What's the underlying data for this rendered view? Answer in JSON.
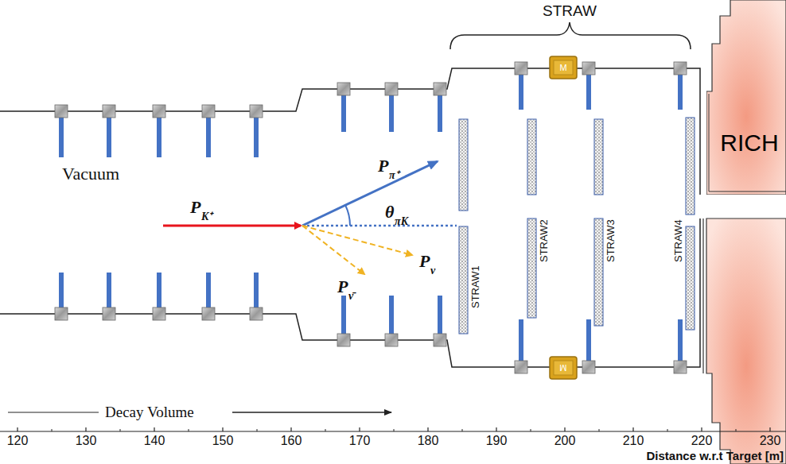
{
  "diagram": {
    "nodes": [
      {
        "text": [
          "RICH"
        ]
      },
      {
        "text": [
          "M"
        ]
      },
      {
        "text": [
          "M"
        ]
      }
    ],
    "labels": [
      "STRAW",
      "Vacuum",
      "P",
      "K⁺",
      "P",
      "π⁺",
      "θ",
      "πK",
      "P",
      "ν",
      "P",
      "ν̄",
      "STRAW1",
      "STRAW2",
      "STRAW3",
      "STRAW4",
      "Decay Volume",
      "120",
      "130",
      "140",
      "150",
      "160",
      "170",
      "180",
      "190",
      "200",
      "210",
      "220",
      "230",
      "Distance w.r.t Target [m]"
    ]
  }
}
